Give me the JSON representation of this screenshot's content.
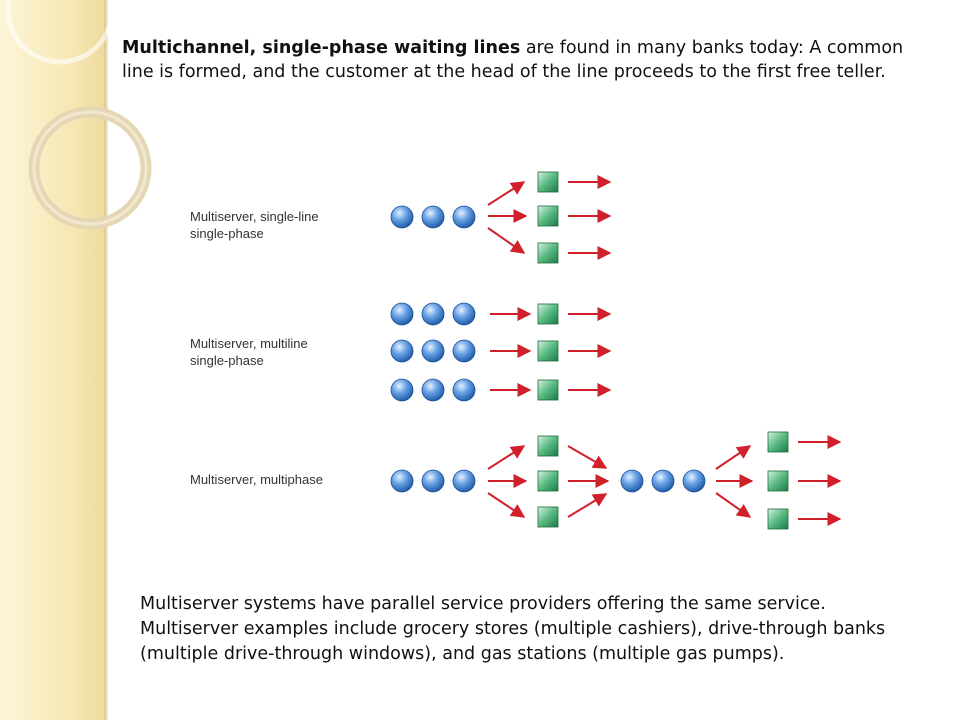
{
  "intro": {
    "bold": "Multichannel, single-phase waiting lines",
    "rest": " are found in many banks today: A common line is formed, and the customer at the head of the line proceeds to the first free teller."
  },
  "diagram": {
    "labels": [
      [
        "Multiserver, single-line",
        "single-phase"
      ],
      [
        "Multiserver, multiline",
        "single-phase"
      ],
      [
        "Multiserver, multiphase"
      ]
    ]
  },
  "footer": {
    "line1": "Multiserver systems have parallel service providers offering the same service.",
    "line2": "Multiserver examples include grocery stores (multiple cashiers), drive-through banks (multiple drive-through windows), and gas stations (multiple gas pumps)."
  },
  "colors": {
    "customer": "#3b7fd0",
    "server": "#2e9a62",
    "arrow": "#d0202a",
    "sidebar": "#f6e7b3"
  }
}
